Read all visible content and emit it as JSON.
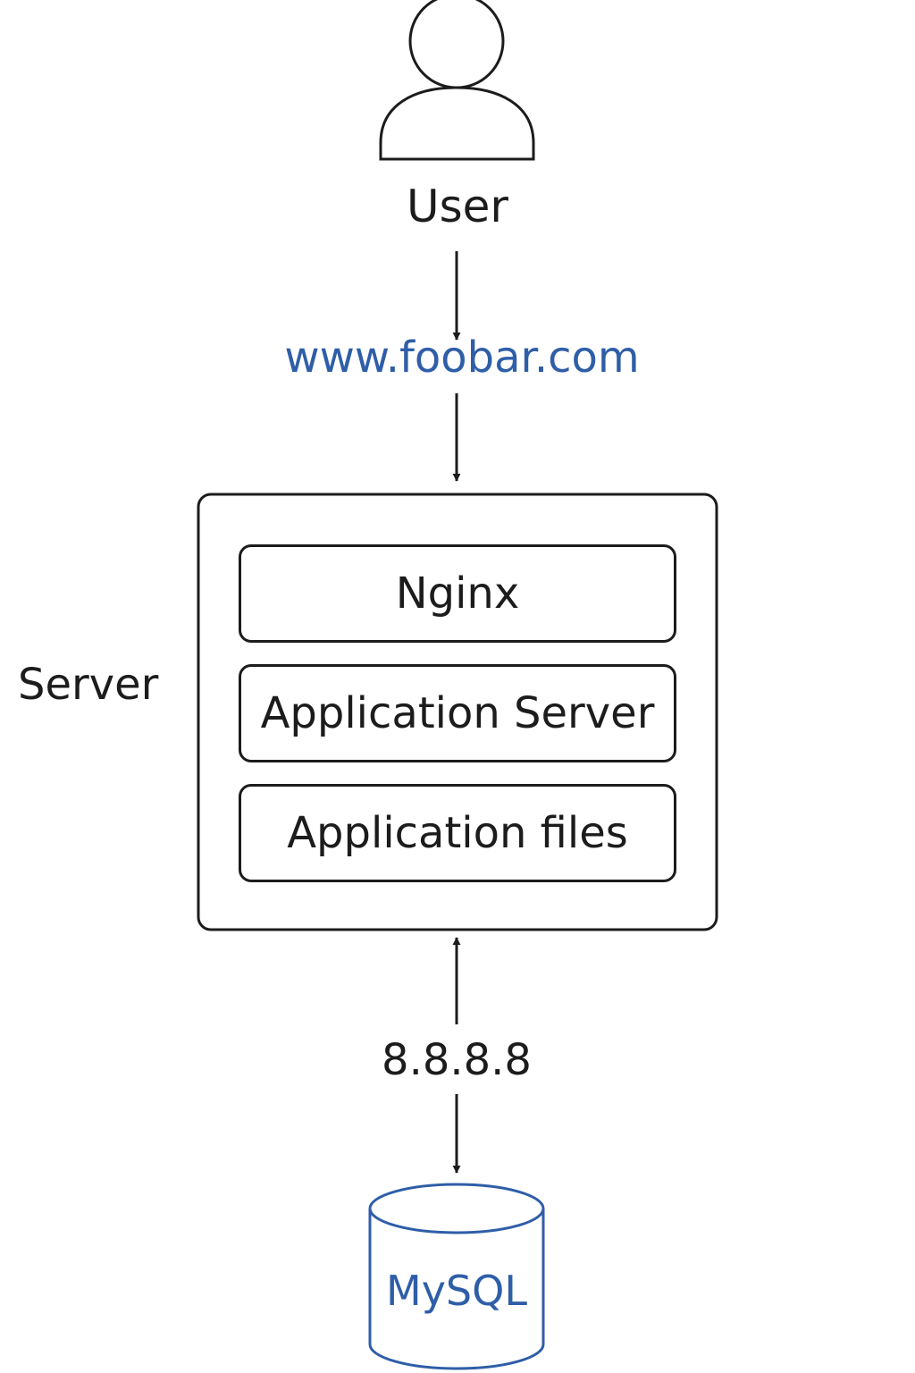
{
  "user": {
    "label": "User",
    "icon": "user-icon"
  },
  "domain": {
    "label": "www.foobar.com",
    "color": "#2f5ea8"
  },
  "server": {
    "label": "Server",
    "components": [
      {
        "label": "Nginx"
      },
      {
        "label": "Application Server"
      },
      {
        "label": "Application files"
      }
    ]
  },
  "ip": {
    "label": "8.8.8.8"
  },
  "database": {
    "label": "MySQL",
    "icon": "database-cylinder-icon",
    "color": "#2f5ea8"
  },
  "colors": {
    "stroke": "#1c1c1c",
    "accent": "#2f5ea8",
    "background": "#ffffff"
  }
}
